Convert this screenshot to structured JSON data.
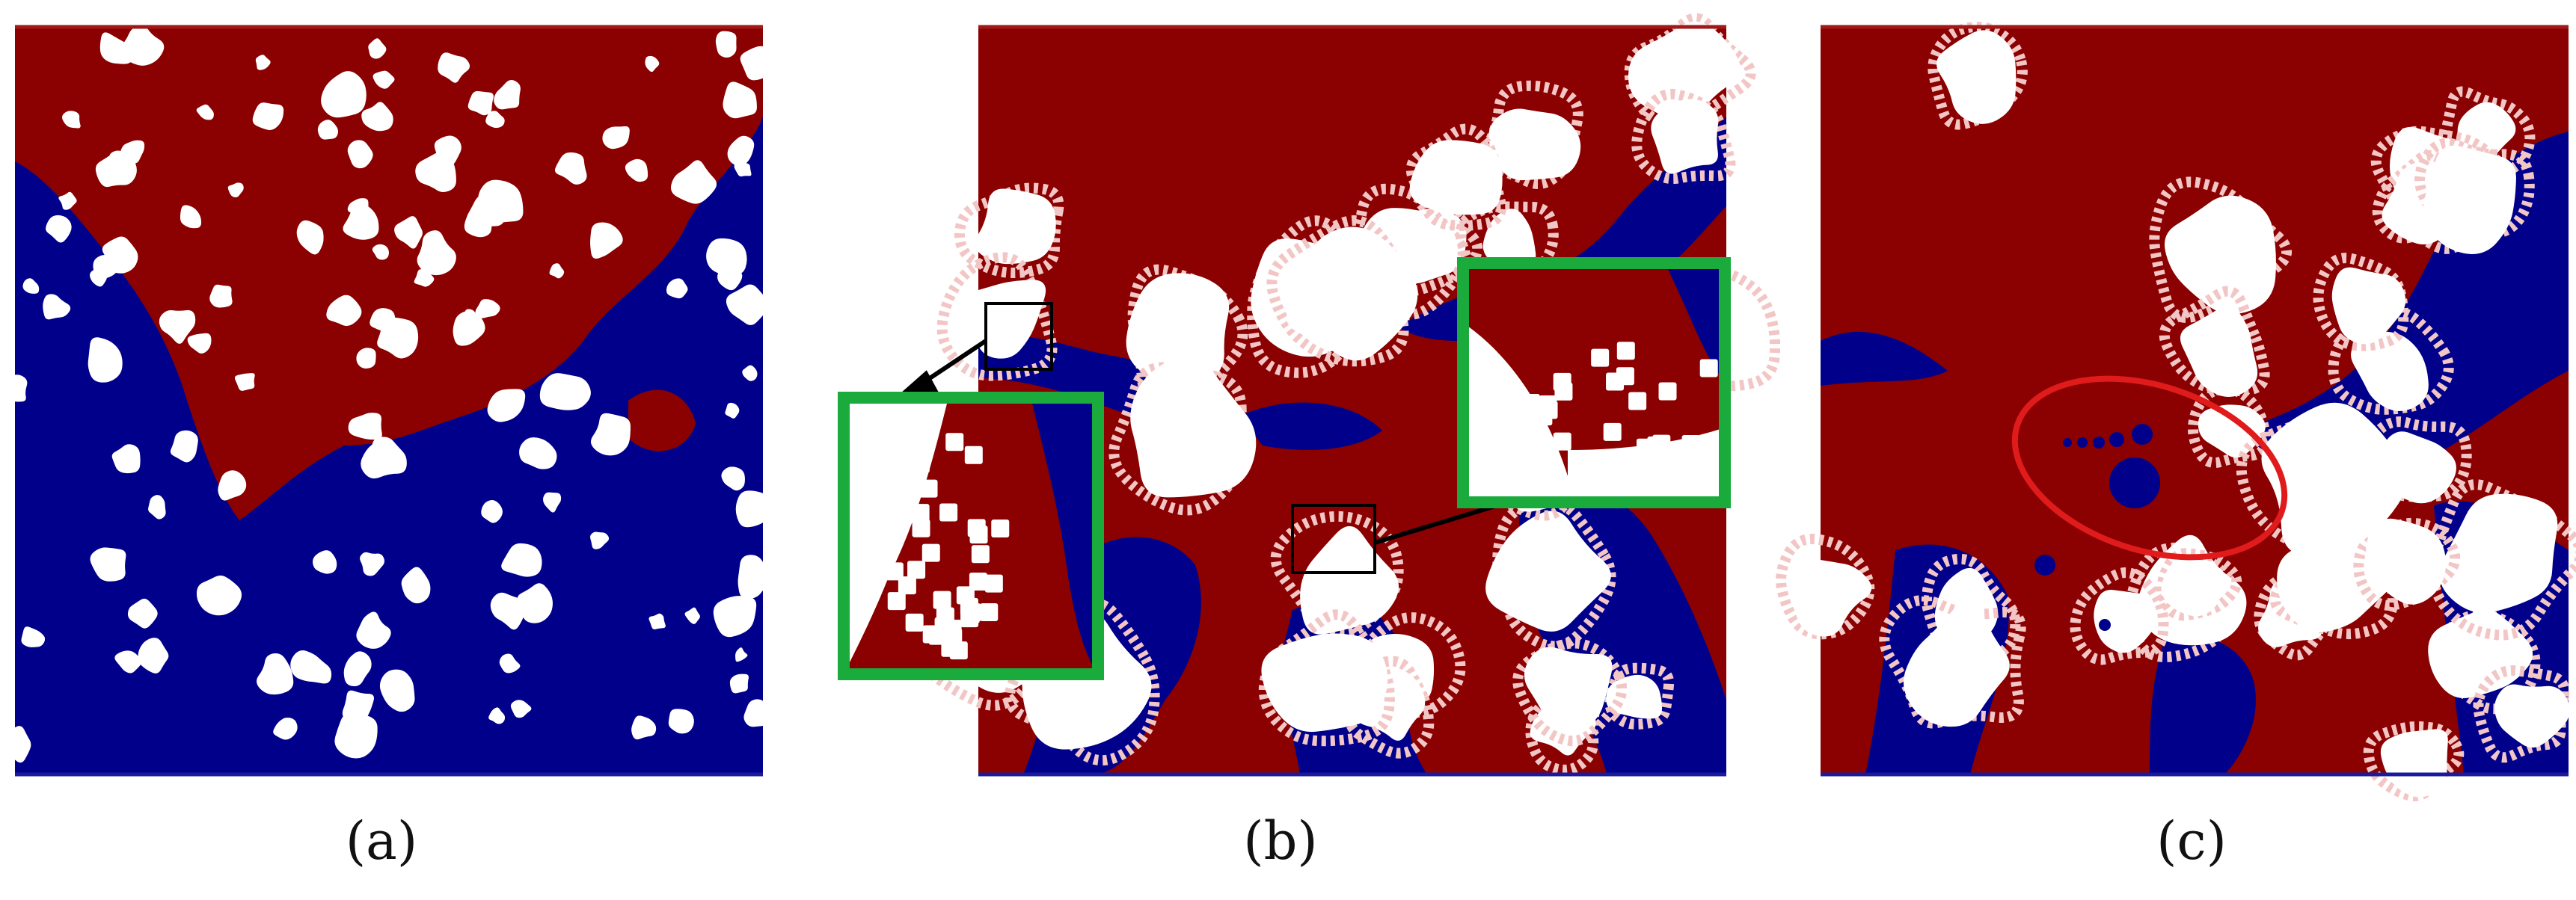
{
  "colors": {
    "phase_red": "#8b0000",
    "phase_blue": "#00008b",
    "solid_white": "#ffffff",
    "boundary_red": "#a01818",
    "boundary_blue": "#1a1a9a",
    "zoom_frame": "#1aab3c",
    "zoom_box": "#000000",
    "highlight_ellipse": "#e01b1b"
  },
  "panels": [
    {
      "id": "a",
      "label": "a",
      "caption": "(a)"
    },
    {
      "id": "b",
      "label": "b",
      "caption": "(b)"
    },
    {
      "id": "c",
      "label": "c",
      "caption": "(c)"
    }
  ]
}
